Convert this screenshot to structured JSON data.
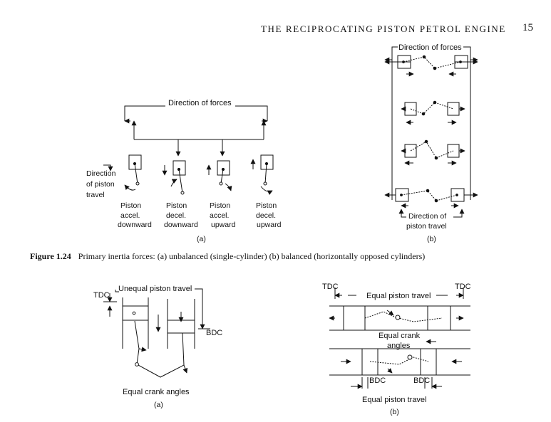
{
  "header": {
    "running_title": "THE RECIPROCATING PISTON PETROL ENGINE",
    "page_number": "15"
  },
  "figure_1_24": {
    "caption_label": "Figure 1.24",
    "caption_text": "Primary inertia forces: (a) unbalanced (single-cylinder) (b) balanced (horizontally opposed cylinders)",
    "panel_a": {
      "direction_of_forces": "Direction of forces",
      "direction_of_travel": [
        "Direction",
        "of piston",
        "travel"
      ],
      "columns": [
        {
          "line1": "Piston",
          "line2": "accel.",
          "line3": "downward"
        },
        {
          "line1": "Piston",
          "line2": "decel.",
          "line3": "downward"
        },
        {
          "line1": "Piston",
          "line2": "accel.",
          "line3": "upward"
        },
        {
          "line1": "Piston",
          "line2": "decel.",
          "line3": "upward"
        }
      ],
      "sublabel": "(a)"
    },
    "panel_b": {
      "direction_of_forces": "Direction of forces",
      "direction_of_travel": [
        "Direction of",
        "piston travel"
      ],
      "sublabel": "(b)"
    }
  },
  "figure_lower": {
    "panel_a": {
      "unequal_travel": "Unequal piston travel",
      "tdc": "TDC",
      "bdc": "BDC",
      "equal_crank": "Equal crank angles",
      "sublabel": "(a)"
    },
    "panel_b": {
      "tdc_left": "TDC",
      "tdc_right": "TDC",
      "equal_travel_top": "Equal piston travel",
      "equal_crank": [
        "Equal crank",
        "angles"
      ],
      "bdc_left": "BDC",
      "bdc_right": "BDC",
      "equal_travel_bottom": "Equal piston travel",
      "sublabel": "(b)"
    }
  }
}
